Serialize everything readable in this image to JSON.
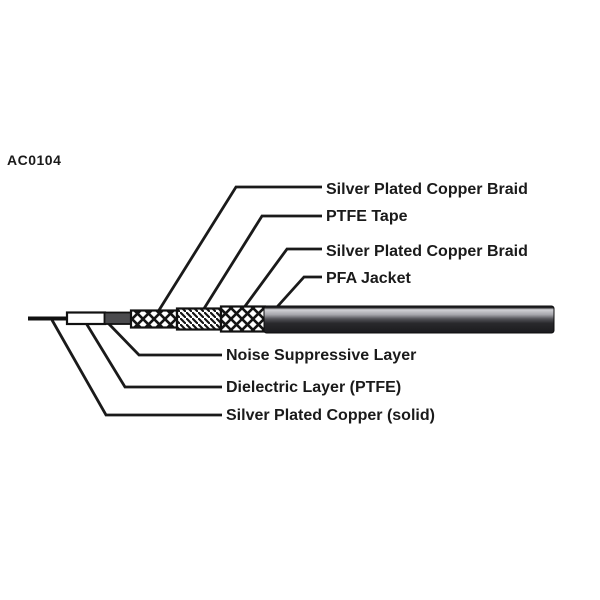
{
  "part_number": "AC0104",
  "labels": {
    "top": [
      {
        "text": "Silver Plated Copper Braid"
      },
      {
        "text": "PTFE Tape"
      },
      {
        "text": "Silver Plated Copper Braid"
      },
      {
        "text": "PFA Jacket"
      }
    ],
    "bottom": [
      {
        "text": "Noise Suppressive Layer"
      },
      {
        "text": "Dielectric Layer (PTFE)"
      },
      {
        "text": "Silver Plated Copper (solid)"
      }
    ]
  },
  "colors": {
    "line": "#1a1a1a",
    "text": "#1a1a1a",
    "background": "#ffffff",
    "dielectric_fill": "#ffffff",
    "noise_layer_fill": "#4b4b4e",
    "jacket_fill": "#1d1d20",
    "jacket_highlight": "#c9c9ce"
  }
}
